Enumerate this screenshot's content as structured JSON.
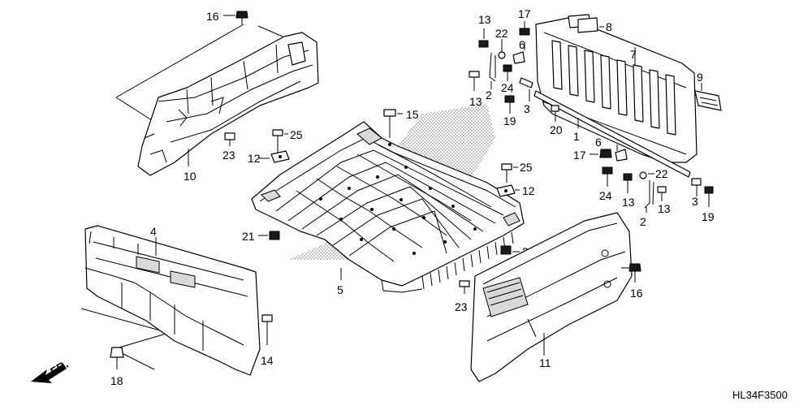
{
  "diagram": {
    "code": "HL34F3500",
    "front_label": "FR.",
    "callouts": {
      "c1": "1",
      "c2a": "2",
      "c2b": "2",
      "c3a": "3",
      "c3b": "3",
      "c4": "4",
      "c5": "5",
      "c6a": "6",
      "c6b": "6",
      "c7": "7",
      "c8": "8",
      "c9": "9",
      "c10": "10",
      "c11": "11",
      "c12a": "12",
      "c12b": "12",
      "c13a": "13",
      "c13b": "13",
      "c13c": "13",
      "c13d": "13",
      "c14": "14",
      "c15": "15",
      "c16a": "16",
      "c16b": "16",
      "c17a": "17",
      "c17b": "17",
      "c18": "18",
      "c19a": "19",
      "c19b": "19",
      "c20": "20",
      "c21a": "21",
      "c21b": "21",
      "c22a": "22",
      "c22b": "22",
      "c23a": "23",
      "c23b": "23",
      "c24a": "24",
      "c24b": "24",
      "c25a": "25",
      "c25b": "25"
    }
  }
}
